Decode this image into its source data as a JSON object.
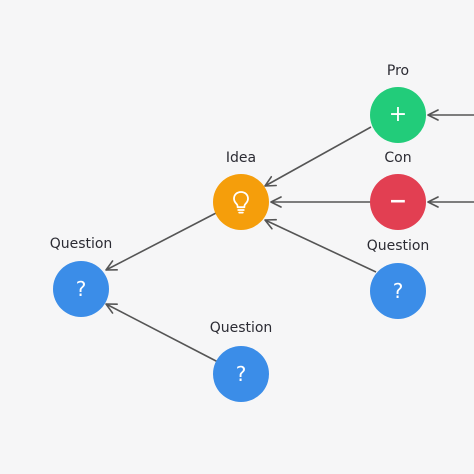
{
  "colors": {
    "background": "#f6f6f7",
    "edge": "#555555",
    "pro": "#22cc7a",
    "con": "#e23f52",
    "idea": "#f59e0b",
    "question": "#3b8de8"
  },
  "nodes": {
    "pro": {
      "label": "Pro",
      "glyph": "+",
      "icon": "plus-icon"
    },
    "con": {
      "label": "Con",
      "glyph": "−",
      "icon": "minus-icon"
    },
    "idea": {
      "label": "Idea",
      "icon": "lightbulb-icon"
    },
    "question_left": {
      "label": "Question",
      "glyph": "?",
      "icon": "question-mark-icon"
    },
    "question_right": {
      "label": "Question",
      "glyph": "?",
      "icon": "question-mark-icon"
    },
    "question_bottom": {
      "label": "Question",
      "glyph": "?",
      "icon": "question-mark-icon"
    }
  }
}
